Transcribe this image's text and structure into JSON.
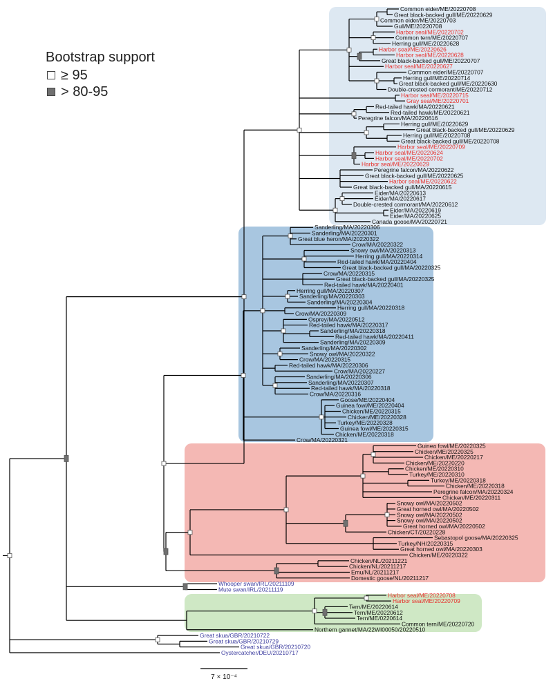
{
  "legend": {
    "title": "Bootstrap support",
    "items": [
      {
        "label": "≥ 95",
        "fill": "#ffffff"
      },
      {
        "label": "> 80-95",
        "fill": "#707070"
      }
    ]
  },
  "scale": {
    "label": "7 × 10⁻⁴"
  },
  "colors": {
    "branch": "#000000",
    "label_default": "#111111",
    "label_seal": "#e8302c",
    "label_eurasian": "#3b3b9e",
    "clade_light_blue": "#dde8f2",
    "clade_blue": "#a8c6e0",
    "clade_red": "#f4b8b4",
    "clade_green": "#cfe8c5"
  },
  "clades": [
    {
      "name": "clade-light-blue",
      "color": "#dde8f2"
    },
    {
      "name": "clade-blue",
      "color": "#a8c6e0"
    },
    {
      "name": "clade-red",
      "color": "#f4b8b4"
    },
    {
      "name": "clade-green",
      "color": "#cfe8c5"
    }
  ],
  "tips": [
    {
      "label": "Common eider/ME/20220708",
      "color": "default"
    },
    {
      "label": "Great black-backed gull/ME/20220629",
      "color": "default"
    },
    {
      "label": "Common eider/ME/20220703",
      "color": "default"
    },
    {
      "label": "Gull/ME/20220708",
      "color": "default"
    },
    {
      "label": "Harbor seal/ME/20220702",
      "color": "seal"
    },
    {
      "label": "Common tern/ME/20220707",
      "color": "default"
    },
    {
      "label": "Herring gull/ME/20220628",
      "color": "default"
    },
    {
      "label": "Harbor seal/ME/20220626",
      "color": "seal"
    },
    {
      "label": "Harbor seal/ME/20220628",
      "color": "seal"
    },
    {
      "label": "Great black-backed gull/ME/20220707",
      "color": "default"
    },
    {
      "label": "Harbor seal/ME/20220627",
      "color": "seal"
    },
    {
      "label": "Common eider/ME/20220707",
      "color": "default"
    },
    {
      "label": "Herring gull/ME/20220714",
      "color": "default"
    },
    {
      "label": "Great black-backed gull/ME/20220630",
      "color": "default"
    },
    {
      "label": "Double-crested cormorant/ME/20220712",
      "color": "default"
    },
    {
      "label": "Harbor seal/ME/20220715",
      "color": "seal"
    },
    {
      "label": "Gray seal/ME/20220701",
      "color": "seal"
    },
    {
      "label": "Red-tailed hawk/MA/20220621",
      "color": "default"
    },
    {
      "label": "Red-tailed hawk/ME/20220621",
      "color": "default"
    },
    {
      "label": "Peregrine falcon/MA/20220616",
      "color": "default"
    },
    {
      "label": "Herring gull/ME/20220629",
      "color": "default"
    },
    {
      "label": "Great black-backed gull/ME/20220629",
      "color": "default"
    },
    {
      "label": "Herring gull/ME/20220708",
      "color": "default"
    },
    {
      "label": "Great black-backed gull/ME/20220708",
      "color": "default"
    },
    {
      "label": "Harbor seal/ME/20220709",
      "color": "seal"
    },
    {
      "label": "Harbor seal/ME/20220624",
      "color": "seal"
    },
    {
      "label": "Harbor seal/ME/20220702",
      "color": "seal"
    },
    {
      "label": "Harbor seal/ME/20220629",
      "color": "seal"
    },
    {
      "label": "Peregrine falcon/MA/20220622",
      "color": "default"
    },
    {
      "label": "Great black-backed gull/ME/20220625",
      "color": "default"
    },
    {
      "label": "Harbor seal/ME/20220622",
      "color": "seal"
    },
    {
      "label": "Great black-backed gull/MA/20220615",
      "color": "default"
    },
    {
      "label": "Eider/MA/20220613",
      "color": "default"
    },
    {
      "label": "Eider/MA/20220617",
      "color": "default"
    },
    {
      "label": "Double-crested cormorant/MA/20220612",
      "color": "default"
    },
    {
      "label": "Eider/MA/20220619",
      "color": "default"
    },
    {
      "label": "Eider/MA/20220625",
      "color": "default"
    },
    {
      "label": "Canada goose/MA/20220721",
      "color": "default"
    },
    {
      "label": "Sanderling/MA/20220306",
      "color": "default"
    },
    {
      "label": "Sanderling/MA/20220301",
      "color": "default"
    },
    {
      "label": "Great blue heron/MA/20220322",
      "color": "default"
    },
    {
      "label": "Crow/MA/20220322",
      "color": "default"
    },
    {
      "label": "Snowy owl/MA/20220313",
      "color": "default"
    },
    {
      "label": "Herring gull/MA/20220314",
      "color": "default"
    },
    {
      "label": "Red-tailed hawk/MA/20220404",
      "color": "default"
    },
    {
      "label": "Great black-backed gull/MA/20220325",
      "color": "default"
    },
    {
      "label": "Crow/MA/20220315",
      "color": "default"
    },
    {
      "label": "Great black-backed gull/MA/20220325",
      "color": "default"
    },
    {
      "label": "Red-tailed hawk/MA/20220401",
      "color": "default"
    },
    {
      "label": "Herring gull/MA/20220307",
      "color": "default"
    },
    {
      "label": "Sanderling/MA/20220303",
      "color": "default"
    },
    {
      "label": "Sanderling/MA/20220304",
      "color": "default"
    },
    {
      "label": "Herring gull/MA/20220318",
      "color": "default"
    },
    {
      "label": "Crow/MA/20220309",
      "color": "default"
    },
    {
      "label": "Osprey/MA/20220512",
      "color": "default"
    },
    {
      "label": "Red-tailed hawk/MA/20220317",
      "color": "default"
    },
    {
      "label": "Sanderling/MA/20220318",
      "color": "default"
    },
    {
      "label": "Red-tailed hawk/MA/20220411",
      "color": "default"
    },
    {
      "label": "Sanderling/MA/20220309",
      "color": "default"
    },
    {
      "label": "Sanderling/MA/20220302",
      "color": "default"
    },
    {
      "label": "Snowy owl/MA/20220322",
      "color": "default"
    },
    {
      "label": "Crow/MA/20220315",
      "color": "default"
    },
    {
      "label": "Red-tailed hawk/MA/20220306",
      "color": "default"
    },
    {
      "label": "Crow/MA/20220227",
      "color": "default"
    },
    {
      "label": "Sanderling/MA/20220306",
      "color": "default"
    },
    {
      "label": "Sanderling/MA/20220307",
      "color": "default"
    },
    {
      "label": "Red-tailed hawk/MA/20220318",
      "color": "default"
    },
    {
      "label": "Crow/MA/20220316",
      "color": "default"
    },
    {
      "label": "Goose/ME/20220404",
      "color": "default"
    },
    {
      "label": "Guinea fowl/ME/20220404",
      "color": "default"
    },
    {
      "label": "Chicken/ME/20220315",
      "color": "default"
    },
    {
      "label": "Chicken/ME/20220328",
      "color": "default"
    },
    {
      "label": "Turkey/ME/20220328",
      "color": "default"
    },
    {
      "label": "Guinea fowl/ME/20220315",
      "color": "default"
    },
    {
      "label": "Chicken/ME/20220318",
      "color": "default"
    },
    {
      "label": "Crow/MA/20220321",
      "color": "default"
    },
    {
      "label": "Guinea fowl/ME/20220325",
      "color": "default"
    },
    {
      "label": "Chicken/ME/20220325",
      "color": "default"
    },
    {
      "label": "Chicken/ME/20220217",
      "color": "default"
    },
    {
      "label": "Chicken/ME/20220220",
      "color": "default"
    },
    {
      "label": "Chicken/ME/20220310",
      "color": "default"
    },
    {
      "label": "Turkey/ME/20220310",
      "color": "default"
    },
    {
      "label": "Turkey/ME/20220318",
      "color": "default"
    },
    {
      "label": "Chicken/ME/20220318",
      "color": "default"
    },
    {
      "label": "Peregrine falcon/MA/20220324",
      "color": "default"
    },
    {
      "label": "Chicken/ME/20220311",
      "color": "default"
    },
    {
      "label": "Snowy owl/MA/20220502",
      "color": "default"
    },
    {
      "label": "Great horned owl/MA/20220502",
      "color": "default"
    },
    {
      "label": "Snowy owl/MA/20220502",
      "color": "default"
    },
    {
      "label": "Snowy owl/MA/20220502",
      "color": "default"
    },
    {
      "label": "Great horned owl/MA/20220502",
      "color": "default"
    },
    {
      "label": "Chicken/CT/20220228",
      "color": "default"
    },
    {
      "label": "Sebastopol goose/MA/20220325",
      "color": "default"
    },
    {
      "label": "Turkey/NH/20220315",
      "color": "default"
    },
    {
      "label": "Great horned owl/MA/20220303",
      "color": "default"
    },
    {
      "label": "Chicken/ME/20220322",
      "color": "default"
    },
    {
      "label": "Chicken/NL/20211221",
      "color": "default"
    },
    {
      "label": "Chicken/NL/20211217",
      "color": "default"
    },
    {
      "label": "Emu/NL/20211217",
      "color": "default"
    },
    {
      "label": "Domestic goose/NL/20211217",
      "color": "default"
    },
    {
      "label": "Whooper swan/IRL/20211109",
      "color": "eurasian"
    },
    {
      "label": "Mute swan/IRL/20211119",
      "color": "eurasian"
    },
    {
      "label": "Harbor seal/ME/20220708",
      "color": "seal"
    },
    {
      "label": "Harbor seal/ME/20220709",
      "color": "seal"
    },
    {
      "label": "Tern/ME/20220614",
      "color": "default"
    },
    {
      "label": "Tern/ME/20220612",
      "color": "default"
    },
    {
      "label": "Tern/ME/0220614",
      "color": "default"
    },
    {
      "label": "Common tern/ME/20220720",
      "color": "default"
    },
    {
      "label": "Northern gannet/MA/22WI00050/20220510",
      "color": "default"
    },
    {
      "label": "Great skua/GBR/20210722",
      "color": "eurasian"
    },
    {
      "label": "Great skua/GBR/20210729",
      "color": "eurasian"
    },
    {
      "label": "Great skua/GBR/20210720",
      "color": "eurasian"
    },
    {
      "label": "Oystercatcher/DEU/20210717",
      "color": "eurasian"
    }
  ]
}
